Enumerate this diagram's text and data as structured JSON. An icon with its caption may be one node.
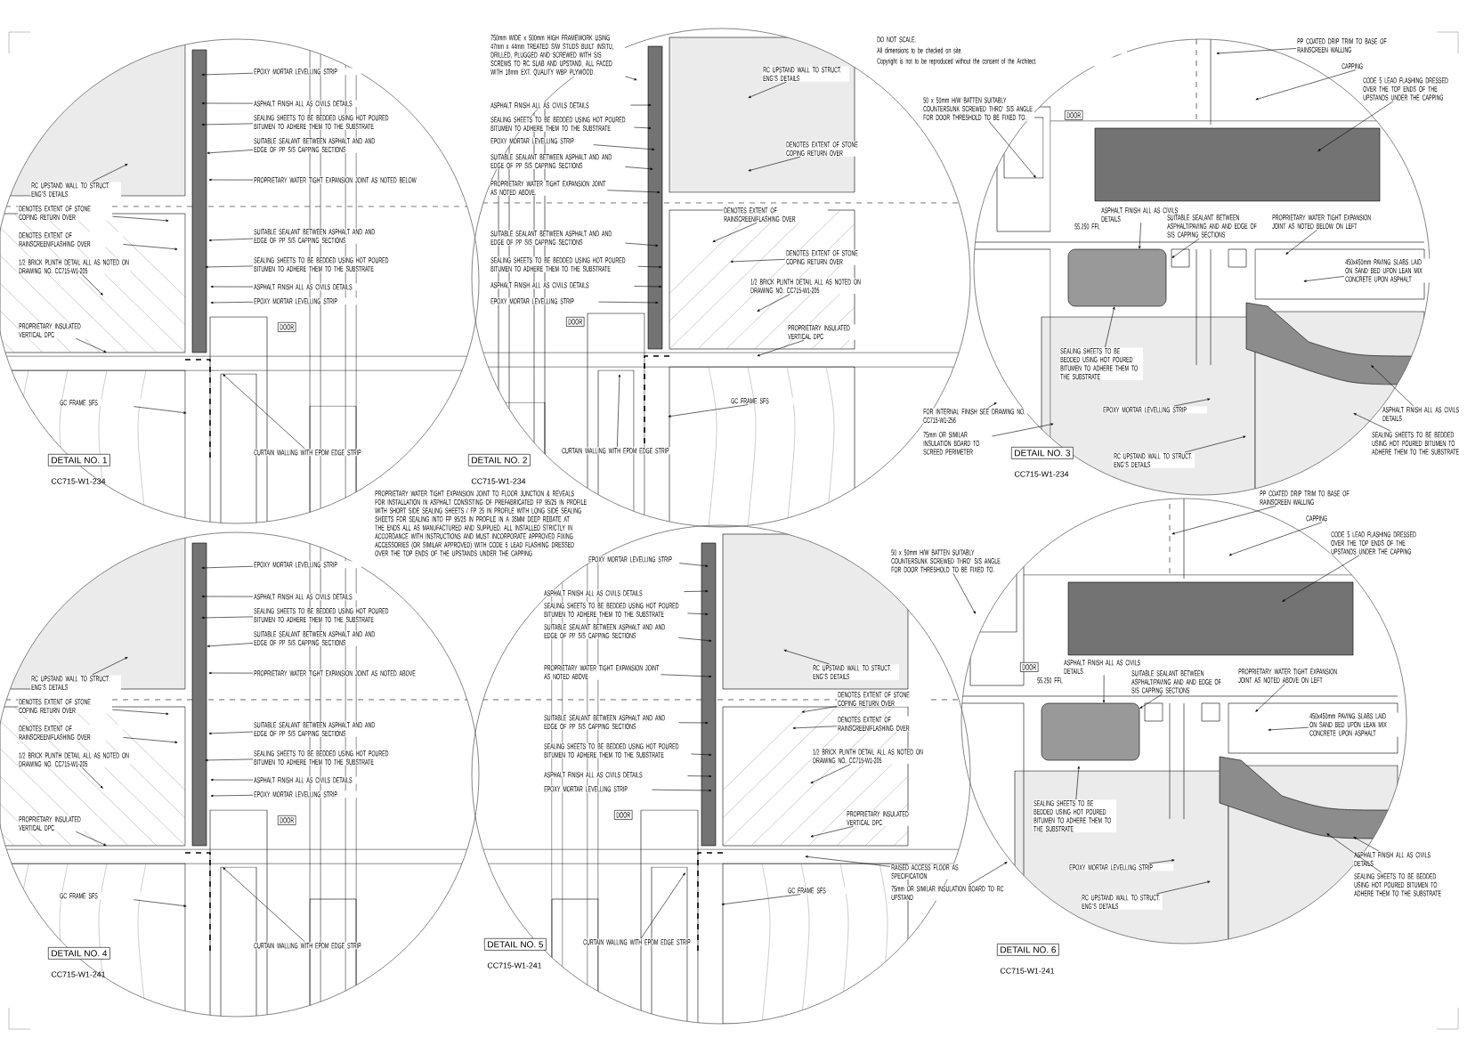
{
  "diagram": {
    "nodes": [
      {
        "text": [
          "EPOXY MORTAR LEVELLING STRIP"
        ]
      },
      {
        "text": [
          "ASPHALT FINISH ALL AS CIVILS DETAILS"
        ]
      },
      {
        "text": [
          "SEALING SHEETS TO BE BEDDED USING HOT POURED BITUMEN TO ADHERE THEM TO THE SUBSTRATE"
        ]
      },
      {
        "text": [
          "SUITABLE SEALANT BETWEEN ASPHALT AND AND EDGE OF PP S/S CAPPING SECTIONS"
        ]
      },
      {
        "text": [
          "PROPRIETARY WATER TIGHT EXPANSION JOINT AS NOTED BELOW"
        ]
      },
      {
        "text": [
          "SUITABLE SEALANT BETWEEN ASPHALT AND AND EDGE OF PP S/S CAPPING SECTIONS"
        ]
      },
      {
        "text": [
          "SEALING SHEETS TO BE BEDDED USING HOT POURED BITUMEN TO ADHERE THEM TO THE SUBSTRATE"
        ]
      },
      {
        "text": [
          "ASPHALT FINISH ALL AS CIVILS DETAILS"
        ]
      },
      {
        "text": [
          "EPOXY MORTAR LEVELLING STRIP"
        ]
      },
      {
        "text": [
          "RC UPSTAND WALL TO STRUCT. ENG'S DETAILS"
        ]
      },
      {
        "text": [
          "DENOTES EXTENT OF STONE COPING RETURN OVER"
        ]
      },
      {
        "text": [
          "DENOTES EXTENT OF RAINSCREEN/FLASHING OVER"
        ]
      },
      {
        "text": [
          "1/2 BRICK PLINTH DETAIL ALL AS NOTED ON DRAWING NO. CC715-W1-205"
        ]
      },
      {
        "text": [
          "PROPRIETARY INSULATED VERTICAL DPC"
        ]
      },
      {
        "text": [
          "GC FRAME SFS"
        ]
      },
      {
        "text": [
          "CURTAIN WALLING WITH EPDM EDGE STRIP"
        ]
      },
      {
        "text": [
          "DOOR"
        ]
      },
      {
        "text": [
          "DETAIL NO. 1"
        ],
        "beside": [
          "CC715-W1-234"
        ]
      },
      {
        "text": [
          "750mm WIDE x 500mm HIGH FRAMEWORK USING 47mm x 44mm TREATED S/W STUDS BUILT INSITU, DRILLED, PLUGGED AND SCREWED WITH S/S SCREWS TO RC SLAB AND UPSTAND, ALL FACED WITH 18mm EXT. QUALITY WBP PLYWOOD."
        ]
      },
      {
        "text": [
          "RC UPSTAND WALL TO STRUCT. ENG'S DETAILS"
        ]
      },
      {
        "text": [
          "ASPHALT FINISH ALL AS CIVILS DETAILS"
        ]
      },
      {
        "text": [
          "SEALING SHEETS TO BE BEDDED USING HOT POURED BITUMEN TO ADHERE THEM TO THE SUBSTRATE"
        ]
      },
      {
        "text": [
          "EPOXY MORTAR LEVELLING STRIP"
        ]
      },
      {
        "text": [
          "SUITABLE SEALANT BETWEEN ASPHALT AND AND EDGE OF PP S/S CAPPING SECTIONS"
        ]
      },
      {
        "text": [
          "PROPRIETARY WATER TIGHT EXPANSION JOINT AS NOTED ABOVE."
        ]
      },
      {
        "text": [
          "SUITABLE SEALANT BETWEEN ASPHALT AND AND EDGE OF PP S/S CAPPING SECTIONS"
        ]
      },
      {
        "text": [
          "SEALING SHEETS TO BE BEDDED USING HOT POURED BITUMEN TO ADHERE THEM TO THE SUBSTRATE"
        ]
      },
      {
        "text": [
          "ASPHALT FINISH ALL AS CIVILS DETAILS"
        ]
      },
      {
        "text": [
          "EPOXY MORTAR LEVELLING STRIP"
        ]
      },
      {
        "text": [
          "DENOTES EXTENT OF STONE COPING RETURN OVER"
        ]
      },
      {
        "text": [
          "DENOTES EXTENT OF RAINSCREEN/FLASHING OVER"
        ]
      },
      {
        "text": [
          "DENOTES EXTENT OF STONE COPING RETURN OVER"
        ]
      },
      {
        "text": [
          "1/2 BRICK PLINTH DETAIL ALL AS NOTED ON DRAWING NO. CC715-W1-205"
        ]
      },
      {
        "text": [
          "PROPRIETARY INSULATED VERTICAL DPC"
        ]
      },
      {
        "text": [
          "GC FRAME SFS"
        ]
      },
      {
        "text": [
          "CURTAIN WALLING WITH EPDM EDGE STRIP"
        ]
      },
      {
        "text": [
          "DOOR"
        ]
      },
      {
        "text": [
          "DETAIL NO. 2"
        ],
        "beside": [
          "CC715-W1-234"
        ]
      },
      {
        "text": [
          "50 x 50mm H/W BATTEN SUITABLY COUNTERSUNK SCREWED THRO' S/S ANGLE FOR DOOR THRESHOLD TO BE FIXED TO."
        ]
      },
      {
        "text": [
          "FOR INTERNAL FINISH SEE DRAWING NO. CC715-W1-256"
        ]
      },
      {
        "text": [
          "75mm OR SIMILAR INSULATION BOARD TO SCREED PERIMETER"
        ]
      },
      {
        "text": [
          "PP COATED DRIP TRIM TO BASE OF RAINSCREEN WALLING"
        ]
      },
      {
        "text": [
          "CAPPING"
        ]
      },
      {
        "text": [
          "CODE 5 LEAD FLASHING DRESSED OVER THE TOP ENDS OF THE UPSTANDS UNDER THE CAPPING"
        ]
      },
      {
        "text": [
          "DOOR"
        ]
      },
      {
        "text": [
          "ASPHALT FINISH ALL AS CIVILS DETAILS"
        ]
      },
      {
        "text": [
          "SUITABLE SEALANT BETWEEN ASPHALT/PAVING AND AND EDGE OF S/S CAPPING SECTIONS"
        ]
      },
      {
        "text": [
          "PROPRIETARY WATER TIGHT EXPANSION JOINT AS NOTED BELOW ON LEFT"
        ]
      },
      {
        "text": [
          "450x450mm PAVING SLABS LAID ON SAND BED UPON LEAN MIX CONCRETE UPON ASPHALT"
        ]
      },
      {
        "text": [
          "SEALING SHEETS TO BE BEDDED USING HOT POURED BITUMEN TO ADHERE THEM TO THE SUBSTRATE"
        ]
      },
      {
        "text": [
          "EPOXY MORTAR LEVELLING STRIP"
        ]
      },
      {
        "text": [
          "RC UPSTAND WALL TO STRUCT. ENG'S DETAILS"
        ]
      },
      {
        "text": [
          "ASPHALT FINISH ALL AS CIVILS DETAILS"
        ]
      },
      {
        "text": [
          "SEALING SHEETS TO BE BEDDED USING HOT POURED BITUMEN TO ADHERE THEM TO THE SUBSTRATE"
        ]
      },
      {
        "text": [
          "DETAIL NO. 3"
        ],
        "beside": [
          "CC715-W1-234"
        ]
      },
      {
        "text": [
          "EPOXY MORTAR LEVELLING STRIP"
        ]
      },
      {
        "text": [
          "ASPHALT FINISH ALL AS CIVILS DETAILS"
        ]
      },
      {
        "text": [
          "SEALING SHEETS TO BE BEDDED USING HOT POURED BITUMEN TO ADHERE THEM TO THE SUBSTRATE"
        ]
      },
      {
        "text": [
          "SUITABLE SEALANT BETWEEN ASPHALT AND AND EDGE OF PP S/S CAPPING SECTIONS"
        ]
      },
      {
        "text": [
          "PROPRIETARY WATER TIGHT EXPANSION JOINT AS NOTED ABOVE"
        ]
      },
      {
        "text": [
          "SUITABLE SEALANT BETWEEN ASPHALT AND AND EDGE OF PP S/S CAPPING SECTIONS"
        ]
      },
      {
        "text": [
          "SEALING SHEETS TO BE BEDDED USING HOT POURED BITUMEN TO ADHERE THEM TO THE SUBSTRATE"
        ]
      },
      {
        "text": [
          "ASPHALT FINISH ALL AS CIVILS DETAILS"
        ]
      },
      {
        "text": [
          "EPOXY MORTAR LEVELLING STRIP"
        ]
      },
      {
        "text": [
          "RC UPSTAND WALL TO STRUCT. ENG'S DETAILS"
        ]
      },
      {
        "text": [
          "DENOTES EXTENT OF STONE COPING RETURN OVER"
        ]
      },
      {
        "text": [
          "DENOTES EXTENT OF RAINSCREEN/FLASHING OVER"
        ]
      },
      {
        "text": [
          "1/2 BRICK PLINTH DETAIL ALL AS NOTED ON DRAWING NO. CC715-W1-205"
        ]
      },
      {
        "text": [
          "PROPRIETARY INSULATED VERTICAL DPC"
        ]
      },
      {
        "text": [
          "GC FRAME SFS"
        ]
      },
      {
        "text": [
          "CURTAIN WALLING WITH EPDM EDGE STRIP"
        ]
      },
      {
        "text": [
          "DOOR"
        ]
      },
      {
        "text": [
          "DETAIL NO. 4"
        ],
        "beside": [
          "CC715-W1-241"
        ]
      },
      {
        "text": [
          "EPOXY MORTAR LEVELLING STRIP"
        ]
      },
      {
        "text": [
          "ASPHALT FINISH ALL AS CIVILS DETAILS"
        ]
      },
      {
        "text": [
          "SEALING SHEETS TO BE BEDDED USING HOT POURED BITUMEN TO ADHERE THEM TO THE SUBSTRATE"
        ]
      },
      {
        "text": [
          "SUITABLE SEALANT BETWEEN ASPHALT AND AND EDGE OF PP S/S CAPPING SECTIONS"
        ]
      },
      {
        "text": [
          "PROPRIETARY WATER TIGHT EXPANSION JOINT AS NOTED ABOVE"
        ]
      },
      {
        "text": [
          "SUITABLE SEALANT BETWEEN ASPHALT AND AND EDGE OF PP S/S CAPPING SECTIONS"
        ]
      },
      {
        "text": [
          "SEALING SHEETS TO BE BEDDED USING HOT POURED BITUMEN TO ADHERE THEM TO THE SUBSTRATE"
        ]
      },
      {
        "text": [
          "ASPHALT FINISH ALL AS CIVILS DETAILS"
        ]
      },
      {
        "text": [
          "EPOXY MORTAR LEVELLING STRIP"
        ]
      },
      {
        "text": [
          "RC UPSTAND WALL TO STRUCT. ENG'S DETAILS"
        ]
      },
      {
        "text": [
          "DENOTES EXTENT OF STONE COPING RETURN OVER"
        ]
      },
      {
        "text": [
          "DENOTES EXTENT OF RAINSCREEN/FLASHING OVER"
        ]
      },
      {
        "text": [
          "1/2 BRICK PLINTH DETAIL ALL AS NOTED ON DRAWING NO. CC715-W1-205"
        ]
      },
      {
        "text": [
          "PROPRIETARY INSULATED VERTICAL DPC"
        ]
      },
      {
        "text": [
          "GC FRAME SFS"
        ]
      },
      {
        "text": [
          "CURTAIN WALLING WITH EPDM EDGE STRIP"
        ]
      },
      {
        "text": [
          "DOOR"
        ]
      },
      {
        "text": [
          "DETAIL NO. 5"
        ],
        "beside": [
          "CC715-W1-241"
        ]
      },
      {
        "text": [
          "50 x 50mm H/W BATTEN SUITABLY COUNTERSUNK SCREWED THRO' S/S ANGLE FOR DOOR THRESHOLD TO BE FIXED TO."
        ]
      },
      {
        "text": [
          "RAISED ACCESS FLOOR AS SPECIFICATION"
        ]
      },
      {
        "text": [
          "75mm OR SIMILAR INSULATION BOARD TO RC UPSTAND"
        ]
      },
      {
        "text": [
          "PP COATED DRIP TRIM TO BASE OF RAINSCREEN WALLING"
        ]
      },
      {
        "text": [
          "CAPPING"
        ]
      },
      {
        "text": [
          "CODE 5 LEAD FLASHING DRESSED OVER THE TOP ENDS OF THE UPSTANDS UNDER THE CAPPING"
        ]
      },
      {
        "text": [
          "DOOR"
        ]
      },
      {
        "text": [
          "ASPHALT FINISH ALL AS CIVILS DETAILS"
        ]
      },
      {
        "text": [
          "SUITABLE SEALANT BETWEEN ASPHALT/PAVING AND AND EDGE OF S/S CAPPING SECTIONS"
        ]
      },
      {
        "text": [
          "PROPRIETARY WATER TIGHT EXPANSION JOINT AS NOTED ABOVE ON LEFT"
        ]
      },
      {
        "text": [
          "450x450mm PAVING SLABS LAID ON SAND BED UPON LEAN MIX CONCRETE UPON ASPHALT"
        ]
      },
      {
        "text": [
          "SEALING SHEETS TO BE BEDDED USING HOT POURED BITUMEN TO ADHERE THEM TO THE SUBSTRATE"
        ]
      },
      {
        "text": [
          "EPOXY MORTAR LEVELLING STRIP"
        ]
      },
      {
        "text": [
          "RC UPSTAND WALL TO STRUCT. ENG'S DETAILS"
        ]
      },
      {
        "text": [
          "ASPHALT FINISH ALL AS CIVILS DETAILS"
        ]
      },
      {
        "text": [
          "SEALING SHEETS TO BE BEDDED USING HOT POURED BITUMEN TO ADHERE THEM TO THE SUBSTRATE"
        ]
      },
      {
        "text": [
          "DETAIL NO. 6"
        ],
        "beside": [
          "CC715-W1-241"
        ]
      }
    ],
    "edges": [
      {
        "from": 0,
        "to": null,
        "arrow": "to"
      },
      {
        "from": 1,
        "to": null,
        "arrow": "to"
      },
      {
        "from": 2,
        "to": null,
        "arrow": "to"
      },
      {
        "from": 3,
        "to": null,
        "arrow": "to"
      },
      {
        "from": 4,
        "to": null,
        "arrow": "to"
      },
      {
        "from": 5,
        "to": null,
        "arrow": "to"
      },
      {
        "from": 6,
        "to": null,
        "arrow": "to"
      },
      {
        "from": 7,
        "to": null,
        "arrow": "to"
      },
      {
        "from": 8,
        "to": null,
        "arrow": "to"
      },
      {
        "from": 9,
        "to": null,
        "arrow": "to"
      },
      {
        "from": 10,
        "to": null,
        "arrow": "to"
      },
      {
        "from": 11,
        "to": null,
        "arrow": "to"
      },
      {
        "from": 12,
        "to": null,
        "arrow": "to"
      },
      {
        "from": 13,
        "to": null,
        "arrow": "to"
      },
      {
        "from": 14,
        "to": null,
        "arrow": "to"
      },
      {
        "from": 15,
        "to": null,
        "arrow": "to"
      },
      {
        "from": 18,
        "to": null,
        "arrow": "to"
      },
      {
        "from": 19,
        "to": null,
        "arrow": "to"
      },
      {
        "from": 20,
        "to": null,
        "arrow": "to"
      },
      {
        "from": 21,
        "to": null,
        "arrow": "to"
      },
      {
        "from": 22,
        "to": null,
        "arrow": "to"
      },
      {
        "from": 23,
        "to": null,
        "arrow": "to"
      },
      {
        "from": 24,
        "to": null,
        "arrow": "to"
      },
      {
        "from": 25,
        "to": null,
        "arrow": "to"
      },
      {
        "from": 26,
        "to": null,
        "arrow": "to"
      },
      {
        "from": 27,
        "to": null,
        "arrow": "to"
      },
      {
        "from": 28,
        "to": null,
        "arrow": "to"
      },
      {
        "from": 29,
        "to": null,
        "arrow": "to"
      },
      {
        "from": 30,
        "to": null,
        "arrow": "to"
      },
      {
        "from": 31,
        "to": null,
        "arrow": "to"
      },
      {
        "from": 32,
        "to": null,
        "arrow": "to"
      },
      {
        "from": 33,
        "to": null,
        "arrow": "to"
      },
      {
        "from": 34,
        "to": null,
        "arrow": "to"
      },
      {
        "from": 35,
        "to": null,
        "arrow": "to"
      },
      {
        "from": 38,
        "to": null,
        "arrow": "to"
      },
      {
        "from": 39,
        "to": null,
        "arrow": "to"
      },
      {
        "from": 40,
        "to": null,
        "arrow": "to"
      },
      {
        "from": 41,
        "to": null,
        "arrow": "to"
      },
      {
        "from": 42,
        "to": null,
        "arrow": "to"
      },
      {
        "from": 43,
        "to": null,
        "arrow": "to"
      },
      {
        "from": 45,
        "to": null,
        "arrow": "to"
      },
      {
        "from": 46,
        "to": null,
        "arrow": "to"
      },
      {
        "from": 47,
        "to": null,
        "arrow": "to"
      },
      {
        "from": 48,
        "to": null,
        "arrow": "to"
      },
      {
        "from": 49,
        "to": null,
        "arrow": "to"
      },
      {
        "from": 50,
        "to": null,
        "arrow": "to"
      },
      {
        "from": 51,
        "to": null,
        "arrow": "to"
      },
      {
        "from": 52,
        "to": null,
        "arrow": "to"
      },
      {
        "from": 53,
        "to": null,
        "arrow": "to"
      },
      {
        "from": 55,
        "to": null,
        "arrow": "to"
      },
      {
        "from": 56,
        "to": null,
        "arrow": "to"
      },
      {
        "from": 57,
        "to": null,
        "arrow": "to"
      },
      {
        "from": 58,
        "to": null,
        "arrow": "to"
      },
      {
        "from": 59,
        "to": null,
        "arrow": "to"
      },
      {
        "from": 60,
        "to": null,
        "arrow": "to"
      },
      {
        "from": 61,
        "to": null,
        "arrow": "to"
      },
      {
        "from": 62,
        "to": null,
        "arrow": "to"
      },
      {
        "from": 63,
        "to": null,
        "arrow": "to"
      },
      {
        "from": 64,
        "to": null,
        "arrow": "to"
      },
      {
        "from": 65,
        "to": null,
        "arrow": "to"
      },
      {
        "from": 66,
        "to": null,
        "arrow": "to"
      },
      {
        "from": 67,
        "to": null,
        "arrow": "to"
      },
      {
        "from": 68,
        "to": null,
        "arrow": "to"
      },
      {
        "from": 69,
        "to": null,
        "arrow": "to"
      },
      {
        "from": 70,
        "to": null,
        "arrow": "to"
      },
      {
        "from": 73,
        "to": null,
        "arrow": "to"
      },
      {
        "from": 74,
        "to": null,
        "arrow": "to"
      },
      {
        "from": 75,
        "to": null,
        "arrow": "to"
      },
      {
        "from": 76,
        "to": null,
        "arrow": "to"
      },
      {
        "from": 77,
        "to": null,
        "arrow": "to"
      },
      {
        "from": 78,
        "to": null,
        "arrow": "to"
      },
      {
        "from": 79,
        "to": null,
        "arrow": "to"
      },
      {
        "from": 80,
        "to": null,
        "arrow": "to"
      },
      {
        "from": 81,
        "to": null,
        "arrow": "to"
      },
      {
        "from": 82,
        "to": null,
        "arrow": "to"
      },
      {
        "from": 83,
        "to": null,
        "arrow": "to"
      },
      {
        "from": 84,
        "to": null,
        "arrow": "to"
      },
      {
        "from": 85,
        "to": null,
        "arrow": "to"
      },
      {
        "from": 86,
        "to": null,
        "arrow": "to"
      },
      {
        "from": 87,
        "to": null,
        "arrow": "to"
      },
      {
        "from": 88,
        "to": null,
        "arrow": "to"
      },
      {
        "from": 91,
        "to": null,
        "arrow": "to"
      },
      {
        "from": 92,
        "to": null,
        "arrow": "to"
      },
      {
        "from": 93,
        "to": null,
        "arrow": "to"
      },
      {
        "from": 94,
        "to": null,
        "arrow": "to"
      },
      {
        "from": 95,
        "to": null,
        "arrow": "to"
      },
      {
        "from": 96,
        "to": null,
        "arrow": "to"
      },
      {
        "from": 98,
        "to": null,
        "arrow": "to"
      },
      {
        "from": 99,
        "to": null,
        "arrow": "to"
      },
      {
        "from": 100,
        "to": null,
        "arrow": "to"
      },
      {
        "from": 101,
        "to": null,
        "arrow": "to"
      },
      {
        "from": 102,
        "to": null,
        "arrow": "to"
      },
      {
        "from": 103,
        "to": null,
        "arrow": "to"
      },
      {
        "from": 104,
        "to": null,
        "arrow": "to"
      },
      {
        "from": 105,
        "to": null,
        "arrow": "to"
      },
      {
        "from": 106,
        "to": null,
        "arrow": "to"
      }
    ],
    "labels": [
      "DO NOT SCALE.",
      "All dimensions to be checked on site.",
      "Copyright is not to be reproduced without the consent of the Architect.",
      "PROPRIETARY WATER TIGHT EXPANSION JOINT TO FLOOR JUNCTION & REVEALS FOR INSTALLATION IN ASPHALT CONSISTING OF PREFABRICATED FP 95/25 IN PROFILE WITH SHORT SIDE SEALING SHEETS / FP 25 IN PROFILE WITH LONG SIDE SEALING SHEETS FOR SEALING INTO FP 95/25 IN PROFILE IN A 35MM DEEP REBATE AT THE ENDS ALL AS MANUFACTURED AND SUPPLIED. ALL INSTALLED STRICTLY IN ACCORDANCE WITH INSTRUCTIONS AND MUST INCORPORATE APPROVED FIXING ACCESSORIES (OR SIMILAR APPROVED) WITH CODE 5 LEAD FLASHING DRESSED OVER THE TOP ENDS OF THE UPSTANDS UNDER THE CAPPING",
      "55.250 FFL",
      "55.250 FFL"
    ]
  }
}
